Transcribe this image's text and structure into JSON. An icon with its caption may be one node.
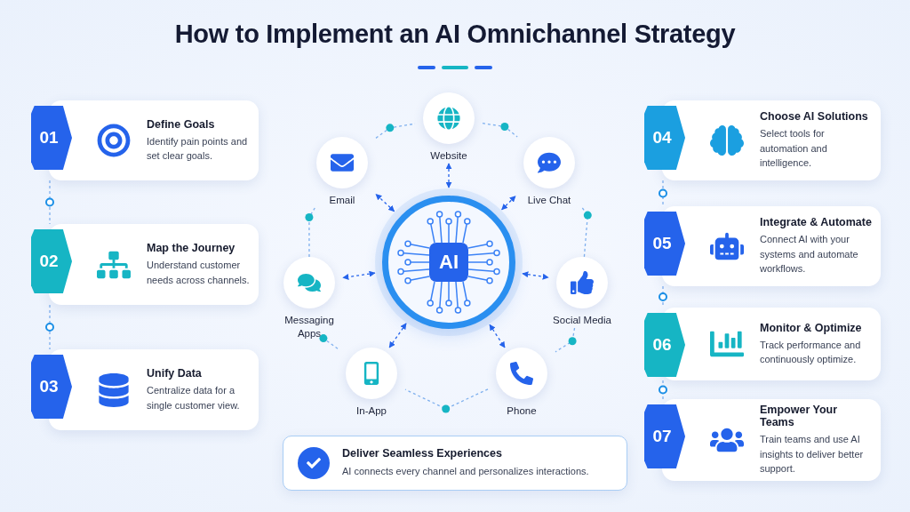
{
  "diagram": {
    "title": "How to Implement an AI Omnichannel Strategy",
    "nodes": [
      {
        "text": [
          "01",
          "Define Goals",
          "Identify pain points and set clear goals."
        ]
      },
      {
        "text": [
          "02",
          "Map the Journey",
          "Understand customer needs across channels."
        ]
      },
      {
        "text": [
          "03",
          "Unify Data",
          "Centralize data for a single customer view."
        ]
      },
      {
        "text": [
          "04",
          "Choose AI Solutions",
          "Select tools for automation and intelligence."
        ]
      },
      {
        "text": [
          "05",
          "Integrate & Automate",
          "Connect AI with your systems and automate workflows."
        ]
      },
      {
        "text": [
          "06",
          "Monitor & Optimize",
          "Track performance and continuously optimize."
        ]
      },
      {
        "text": [
          "07",
          "Empower Your Teams",
          "Train teams and use AI insights to deliver better support."
        ]
      },
      {
        "text": [
          "AI"
        ]
      },
      {
        "text": [
          "Website"
        ]
      },
      {
        "text": [
          "Email"
        ]
      },
      {
        "text": [
          "Live Chat"
        ]
      },
      {
        "text": [
          "Messaging Apps"
        ]
      },
      {
        "text": [
          "Social Media"
        ]
      },
      {
        "text": [
          "In-App"
        ]
      },
      {
        "text": [
          "Phone"
        ]
      },
      {
        "text": [
          "Deliver Seamless Experiences",
          "AI connects every channel and personalizes interactions."
        ]
      }
    ],
    "edges": [
      {
        "from": 0,
        "to": 1,
        "arrow": "none",
        "style": "dashed"
      },
      {
        "from": 1,
        "to": 2,
        "arrow": "none",
        "style": "dashed"
      },
      {
        "from": 3,
        "to": 4,
        "arrow": "none",
        "style": "dashed"
      },
      {
        "from": 4,
        "to": 5,
        "arrow": "none",
        "style": "dashed"
      },
      {
        "from": 5,
        "to": 6,
        "arrow": "none",
        "style": "dashed"
      },
      {
        "from": 7,
        "to": 8,
        "arrow": "both",
        "style": "dashed"
      },
      {
        "from": 7,
        "to": 9,
        "arrow": "both",
        "style": "dashed"
      },
      {
        "from": 7,
        "to": 10,
        "arrow": "both",
        "style": "dashed"
      },
      {
        "from": 7,
        "to": 11,
        "arrow": "both",
        "style": "dashed"
      },
      {
        "from": 7,
        "to": 12,
        "arrow": "both",
        "style": "dashed"
      },
      {
        "from": 7,
        "to": 13,
        "arrow": "both",
        "style": "dashed"
      },
      {
        "from": 7,
        "to": 14,
        "arrow": "both",
        "style": "dashed"
      },
      {
        "from": 9,
        "to": 8,
        "arrow": "none",
        "style": "dashed"
      },
      {
        "from": 8,
        "to": 10,
        "arrow": "none",
        "style": "dashed"
      },
      {
        "from": 10,
        "to": 12,
        "arrow": "none",
        "style": "dashed"
      },
      {
        "from": 12,
        "to": 14,
        "arrow": "none",
        "style": "dashed"
      },
      {
        "from": 14,
        "to": 13,
        "arrow": "none",
        "style": "dashed"
      },
      {
        "from": 13,
        "to": 11,
        "arrow": "none",
        "style": "dashed"
      },
      {
        "from": 11,
        "to": 9,
        "arrow": "none",
        "style": "dashed"
      }
    ]
  }
}
